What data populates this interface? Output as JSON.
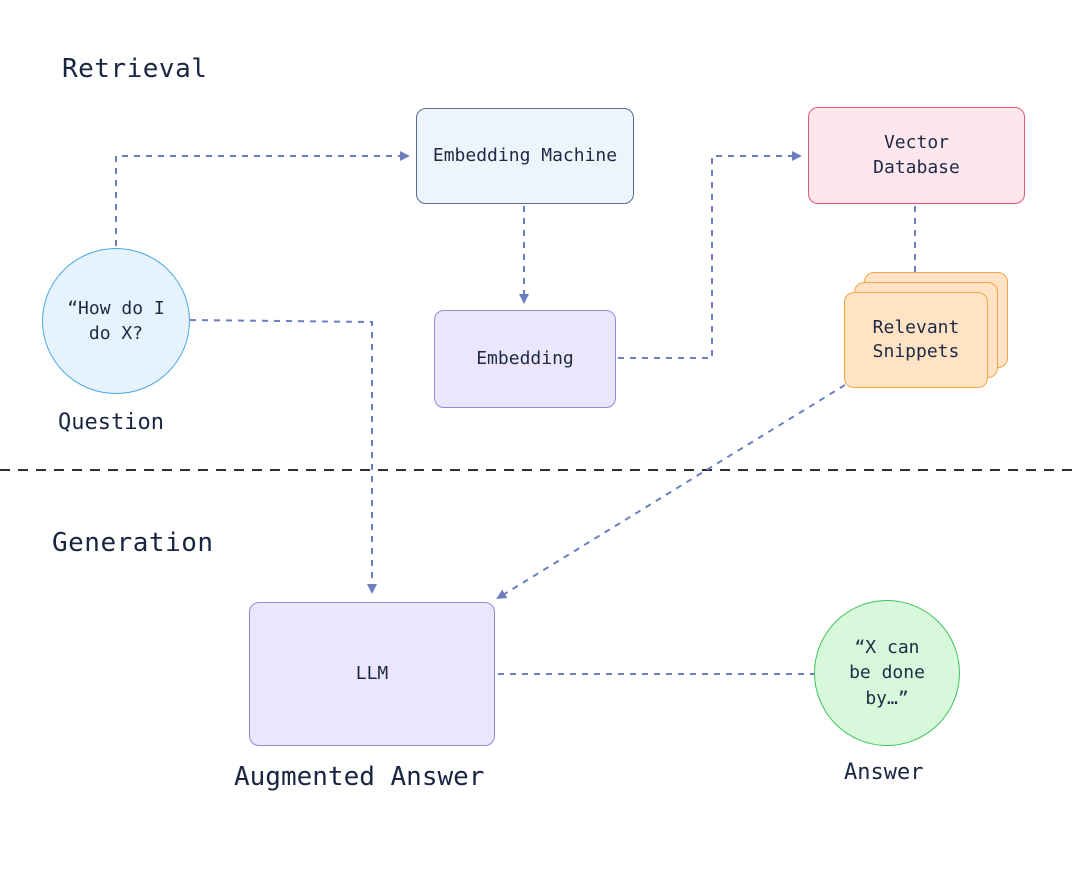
{
  "sections": {
    "retrieval": "Retrieval",
    "generation": "Generation"
  },
  "nodes": {
    "question_bubble": "“How do I\ndo X?",
    "question_caption": "Question",
    "embedding_machine": "Embedding Machine",
    "embedding": "Embedding",
    "vector_database": "Vector\nDatabase",
    "relevant_snippets": "Relevant\nSnippets",
    "llm": "LLM",
    "llm_caption": "Augmented Answer",
    "answer_bubble": "“X can\nbe done\nby…”",
    "answer_caption": "Answer"
  },
  "colors": {
    "arrow": "#6b7fbf",
    "question_fill": "#e6f2fc",
    "question_stroke": "#4aa8e0",
    "embedding_machine_fill": "#eef4fc",
    "embedding_machine_stroke": "#5a6a9a",
    "embedding_fill": "#ece6fc",
    "embedding_stroke": "#9a86e0",
    "vector_db_fill": "#fde6ec",
    "vector_db_stroke": "#e05a78",
    "snippets_fill": "#ffe3c4",
    "snippets_stroke": "#f3a54a",
    "llm_fill": "#ece6fc",
    "llm_stroke": "#9a86e0",
    "answer_fill": "#d8f8dc",
    "answer_stroke": "#3ec45a"
  }
}
